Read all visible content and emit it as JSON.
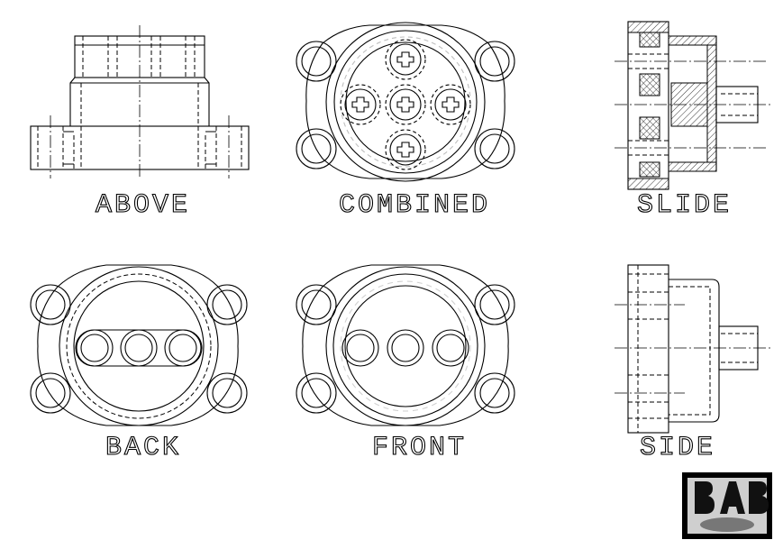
{
  "views": {
    "above": "ABOVE",
    "combined": "COMBINED",
    "slide": "SLIDE",
    "back": "BACK",
    "front": "FRONT",
    "side": "SIDE"
  },
  "logo": {
    "text": "BAB",
    "ink": "#000000"
  },
  "colors": {
    "line": "#000000",
    "paper": "#ffffff"
  }
}
